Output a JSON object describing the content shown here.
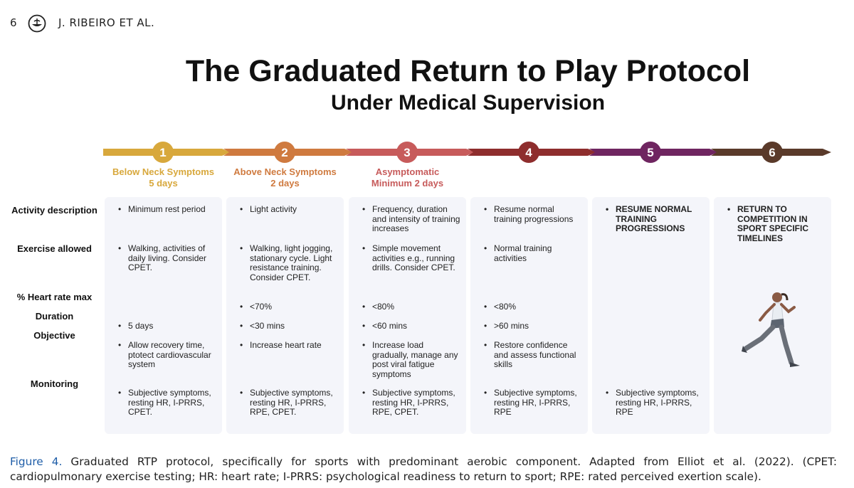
{
  "header": {
    "page_number": "6",
    "authors": "J. RIBEIRO ET AL.",
    "logo_icon": "publisher-logo-icon"
  },
  "figure": {
    "title": "The Graduated Return to Play Protocol",
    "subtitle": "Under Medical Supervision",
    "stages": [
      {
        "number": "1",
        "label": "Below Neck Symptoms\n5 days",
        "color": "#d8a83c"
      },
      {
        "number": "2",
        "label": "Above Neck Symptoms\n2 days",
        "color": "#cf7a3f"
      },
      {
        "number": "3",
        "label": "Asymptomatic\nMinimum 2 days",
        "color": "#c75b5b"
      },
      {
        "number": "4",
        "label": "",
        "color": "#8e2d2d"
      },
      {
        "number": "5",
        "label": "",
        "color": "#6f2560"
      },
      {
        "number": "6",
        "label": "",
        "color": "#5a3a2a"
      }
    ],
    "row_labels": {
      "activity": "Activity description",
      "exercise": "Exercise allowed",
      "heart_rate": "% Heart rate max",
      "duration": "Duration",
      "objective": "Objective",
      "monitoring": "Monitoring"
    },
    "columns": [
      {
        "activity": "Minimum rest period",
        "exercise": "Walking, activities of daily living. Consider CPET.",
        "heart_rate": "",
        "duration": "5 days",
        "objective": "Allow recovery time, ptotect cardiovascular system",
        "monitoring": "Subjective symptoms, resting HR, I-PRRS, CPET."
      },
      {
        "activity": "Light activity",
        "exercise": "Walking, light jogging, stationary cycle. Light resistance training. Consider CPET.",
        "heart_rate": "<70%",
        "duration": "<30 mins",
        "objective": "Increase heart rate",
        "monitoring": "Subjective symptoms, resting HR, I-PRRS, RPE, CPET."
      },
      {
        "activity": "Frequency, duration and intensity of training increases",
        "exercise": "Simple movement activities e.g., running drills. Consider CPET.",
        "heart_rate": "<80%",
        "duration": "<60 mins",
        "objective": "Increase load gradually, manage any post viral fatigue symptoms",
        "monitoring": "Subjective symptoms, resting HR, I-PRRS, RPE, CPET."
      },
      {
        "activity": "Resume normal training progressions",
        "exercise": "Normal training activities",
        "heart_rate": "<80%",
        "duration": ">60 mins",
        "objective": "Restore confidence and assess functional skills",
        "monitoring": "Subjective symptoms, resting HR, I-PRRS, RPE"
      },
      {
        "activity": "RESUME NORMAL TRAINING PROGRESSIONS",
        "exercise": "",
        "heart_rate": "",
        "duration": "",
        "objective": "",
        "monitoring": "Subjective symptoms, resting HR, I-PRRS, RPE"
      },
      {
        "activity": "RETURN TO COMPETITION IN SPORT SPECIFIC TIMELINES",
        "exercise": "",
        "heart_rate": "",
        "duration": "",
        "objective": "",
        "monitoring": ""
      }
    ],
    "runner_icon": "runner-icon"
  },
  "caption": {
    "label": "Figure 4.",
    "text": " Graduated RTP protocol, specifically for sports with predominant aerobic component. Adapted from Elliot et al. (2022). (CPET: cardiopulmonary exercise testing; HR: heart rate; I-PRRS: psychological readiness to return to sport; RPE: rated perceived exertion scale)."
  }
}
